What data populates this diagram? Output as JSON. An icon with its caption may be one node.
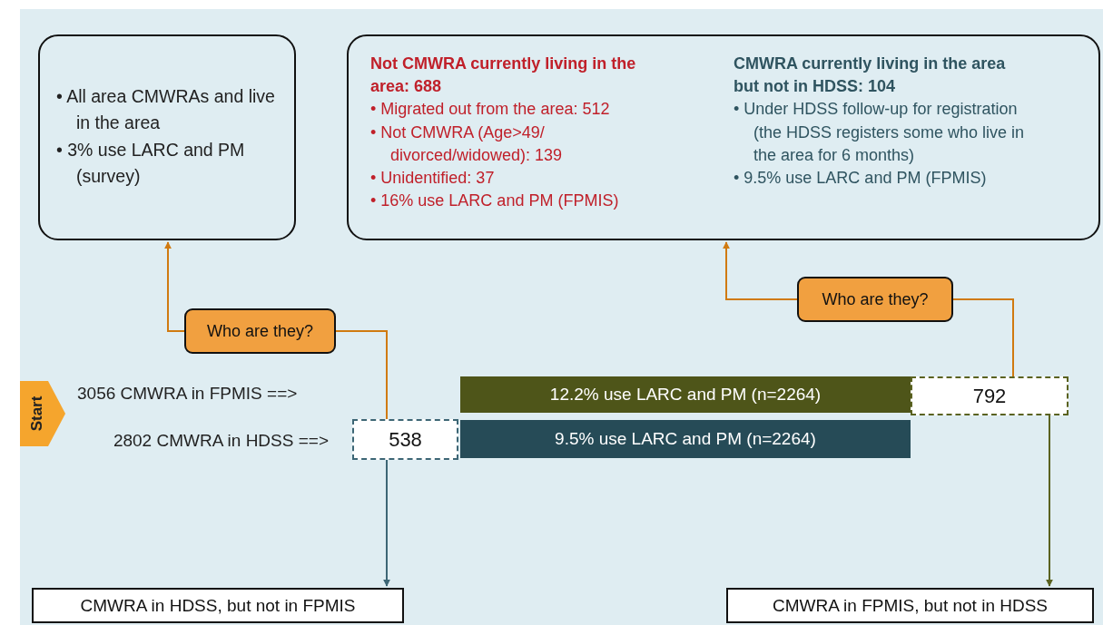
{
  "diagram": {
    "nodes": [
      {
        "text": [
          "• All area CMWRAs and live in the area",
          "• 3% use LARC and PM (survey)"
        ]
      },
      {
        "text": [
          "Not CMWRA currently living in the area: 688",
          "• Migrated out from the area: 512",
          "• Not CMWRA (Age>49/ divorced/widowed): 139",
          "• Unidentified: 37",
          "• 16% use LARC and PM (FPMIS)",
          "CMWRA currently living in the area but not in HDSS: 104",
          "• Under HDSS follow-up for registration (the HDSS registers some who live in the area for 6 months)",
          "• 9.5% use LARC and PM (FPMIS)"
        ]
      },
      {
        "text": [
          "Who are they?"
        ]
      },
      {
        "text": [
          "Who are they?"
        ]
      },
      {
        "text": [
          "Start"
        ]
      },
      {
        "text": [
          "12.2% use LARC and PM (n=2264)"
        ]
      },
      {
        "text": [
          "792"
        ]
      },
      {
        "text": [
          "538"
        ]
      },
      {
        "text": [
          "9.5% use LARC and PM (n=2264)"
        ]
      },
      {
        "text": [
          "CMWRA in HDSS, but not in FPMIS"
        ]
      },
      {
        "text": [
          "CMWRA in FPMIS, but not in HDSS"
        ]
      }
    ],
    "edges": [
      {
        "from": 7,
        "to": 2,
        "arrow": "none"
      },
      {
        "from": 2,
        "to": 0,
        "arrow": "to"
      },
      {
        "from": 6,
        "to": 3,
        "arrow": "none"
      },
      {
        "from": 3,
        "to": 1,
        "arrow": "to"
      },
      {
        "from": 7,
        "to": 9,
        "arrow": "to",
        "color": "#3d6675"
      },
      {
        "from": 6,
        "to": 10,
        "arrow": "to",
        "color": "#5a6220"
      }
    ],
    "labels": [
      "3056 CMWRA in FPMIS ==>",
      "2802 CMWRA in HDSS ==>"
    ]
  }
}
